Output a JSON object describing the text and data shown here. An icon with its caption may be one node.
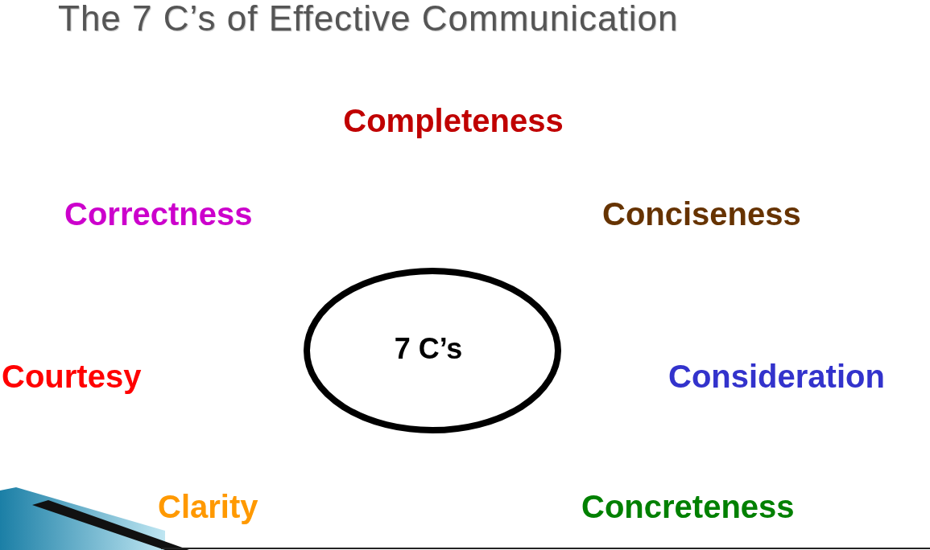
{
  "diagram": {
    "title": "The 7 C’s of Effective Communication",
    "nodes": [
      {
        "text": [
          "7 C’s"
        ]
      }
    ],
    "labels": [
      "Completeness",
      "Correctness",
      "Conciseness",
      "Courtesy",
      "Consideration",
      "Clarity",
      "Concreteness"
    ]
  }
}
